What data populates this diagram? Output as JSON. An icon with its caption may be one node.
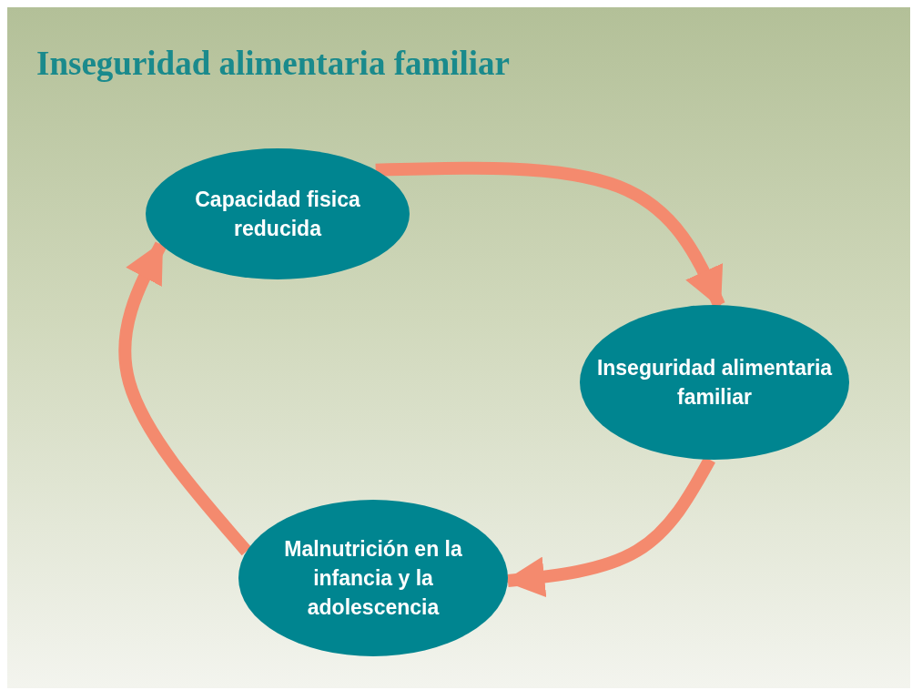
{
  "diagram": {
    "title": "Inseguridad alimentaria familiar",
    "nodes": [
      {
        "text": [
          "Capacidad fisica reducida"
        ]
      },
      {
        "text": [
          "Inseguridad alimentaria familiar"
        ]
      },
      {
        "text": [
          "Malnutrición en la infancia y la adolescencia"
        ]
      }
    ],
    "edges": [
      {
        "from": 0,
        "to": 1,
        "arrow": "to"
      },
      {
        "from": 1,
        "to": 2,
        "arrow": "to"
      },
      {
        "from": 2,
        "to": 0,
        "arrow": "to"
      }
    ]
  }
}
